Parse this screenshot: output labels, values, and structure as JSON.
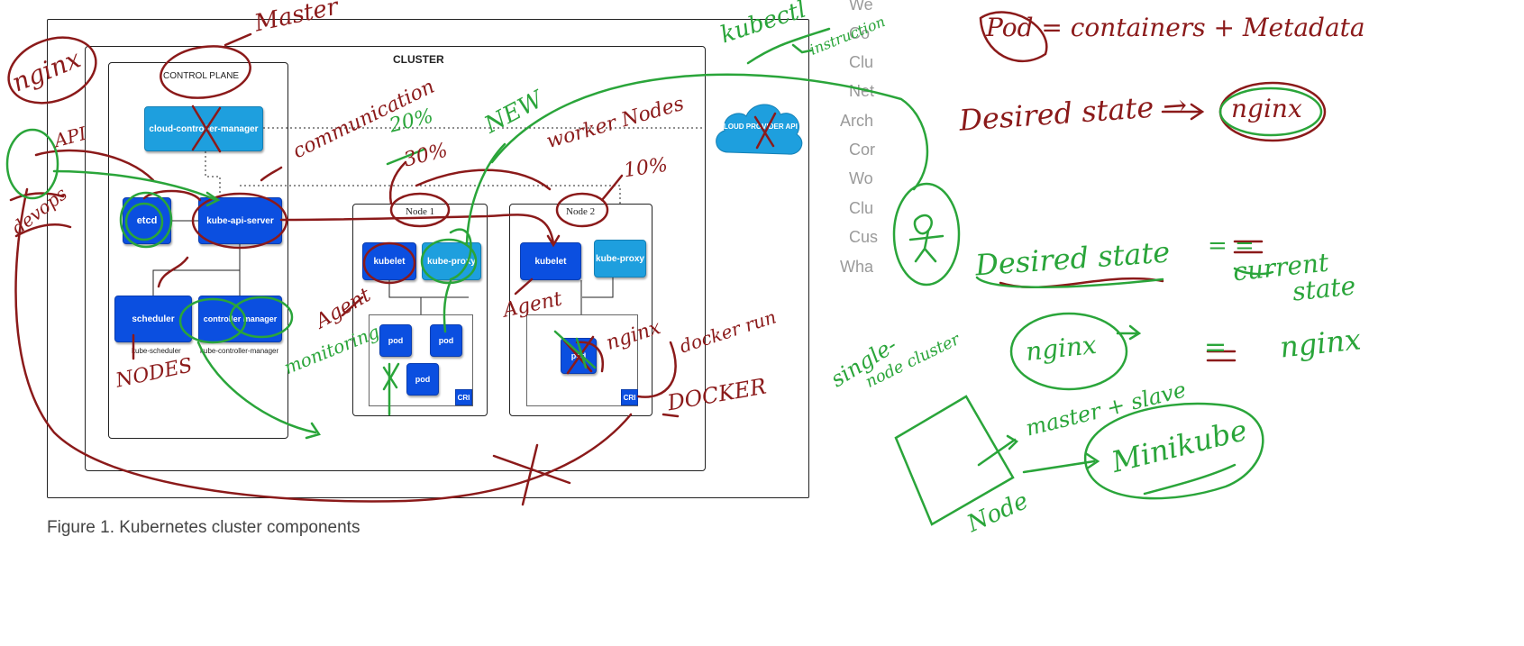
{
  "diagram": {
    "cluster_label": "CLUSTER",
    "control_plane_label": "CONTROL PLANE",
    "cloud_controller_manager": "cloud-controller-manager",
    "cloud_provider_api": "CLOUD PROVIDER API",
    "etcd": "etcd",
    "kube_api_server": "kube-api-server",
    "scheduler": "scheduler",
    "scheduler_caption": "kube-scheduler",
    "controller_manager": "controller manager",
    "controller_manager_caption": "kube-controller-manager",
    "node1": {
      "label": "Node 1",
      "kubelet": "kubelet",
      "kube_proxy": "kube-proxy",
      "pods": [
        "pod",
        "pod",
        "pod"
      ],
      "cri": "CRI"
    },
    "node2": {
      "label": "Node 2",
      "kubelet": "kubelet",
      "kube_proxy": "kube-proxy",
      "pod": "pod",
      "cri": "CRI"
    },
    "caption": "Figure 1. Kubernetes cluster components"
  },
  "sidebar": {
    "items": [
      "We",
      "Co",
      "Clu",
      "Net",
      "Arch",
      "Cor",
      "Wo",
      "Clu",
      "Cus",
      "Wha"
    ]
  },
  "annotations": {
    "master": "Master",
    "nginx_left": "nginx",
    "api": "API",
    "devops": "devops",
    "communication": "communication",
    "pct_20": "20%",
    "pct_30": "30%",
    "new": "NEW",
    "worker_nodes": "worker Nodes",
    "pct_10": "10%",
    "kubectl": "kubectl",
    "instruction": "instruction",
    "agent1": "Agent",
    "agent2": "Agent",
    "monitoring": "monitoring",
    "nodes": "NODES",
    "nginx_pod": "nginx",
    "docker_run": "docker run",
    "docker": "DOCKER",
    "pod_eq": "Pod = containers + Metadata",
    "desired_state": "Desired state →",
    "nginx_r1": "nginx",
    "desired_state2": "Desired state",
    "eq": "= =",
    "current": "current",
    "state": "state",
    "single_node": "single-",
    "node_cluster": "node cluster",
    "nginx_r2": "nginx",
    "eq2": "=",
    "nginx_r3": "nginx",
    "master_slave": "master + slave",
    "minikube": "Minikube",
    "node": "Node"
  },
  "colors": {
    "dark_blue": "#0b4fe0",
    "light_blue": "#1e9fde",
    "red_ink": "#8b1a1a",
    "green_ink": "#2aa53a"
  }
}
